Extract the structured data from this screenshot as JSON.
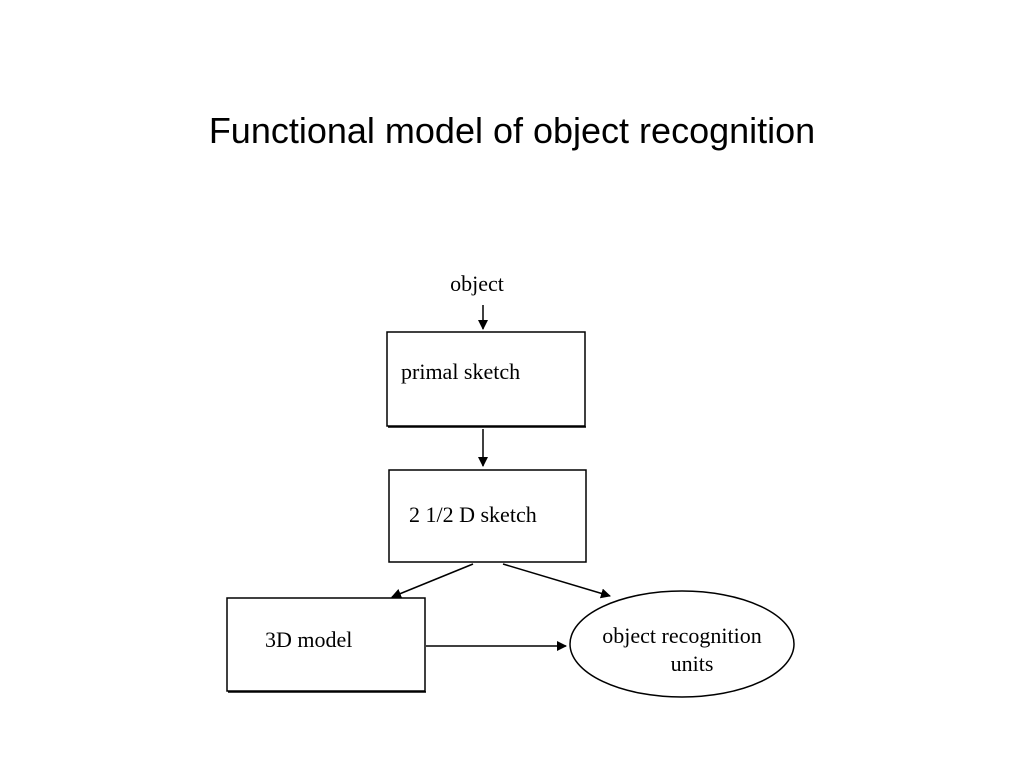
{
  "slide": {
    "title": "Functional model of object recognition"
  },
  "diagram": {
    "input_label": "object",
    "nodes": {
      "primal_sketch": "primal sketch",
      "two_half_d_sketch": "2 1/2 D sketch",
      "three_d_model": "3D model",
      "recognition_units_line1": "object recognition",
      "recognition_units_line2": "units"
    },
    "edges": [
      {
        "from": "object",
        "to": "primal sketch"
      },
      {
        "from": "primal sketch",
        "to": "2 1/2 D sketch"
      },
      {
        "from": "2 1/2 D sketch",
        "to": "3D model"
      },
      {
        "from": "2 1/2 D sketch",
        "to": "object recognition units"
      },
      {
        "from": "3D model",
        "to": "object recognition units"
      }
    ]
  }
}
